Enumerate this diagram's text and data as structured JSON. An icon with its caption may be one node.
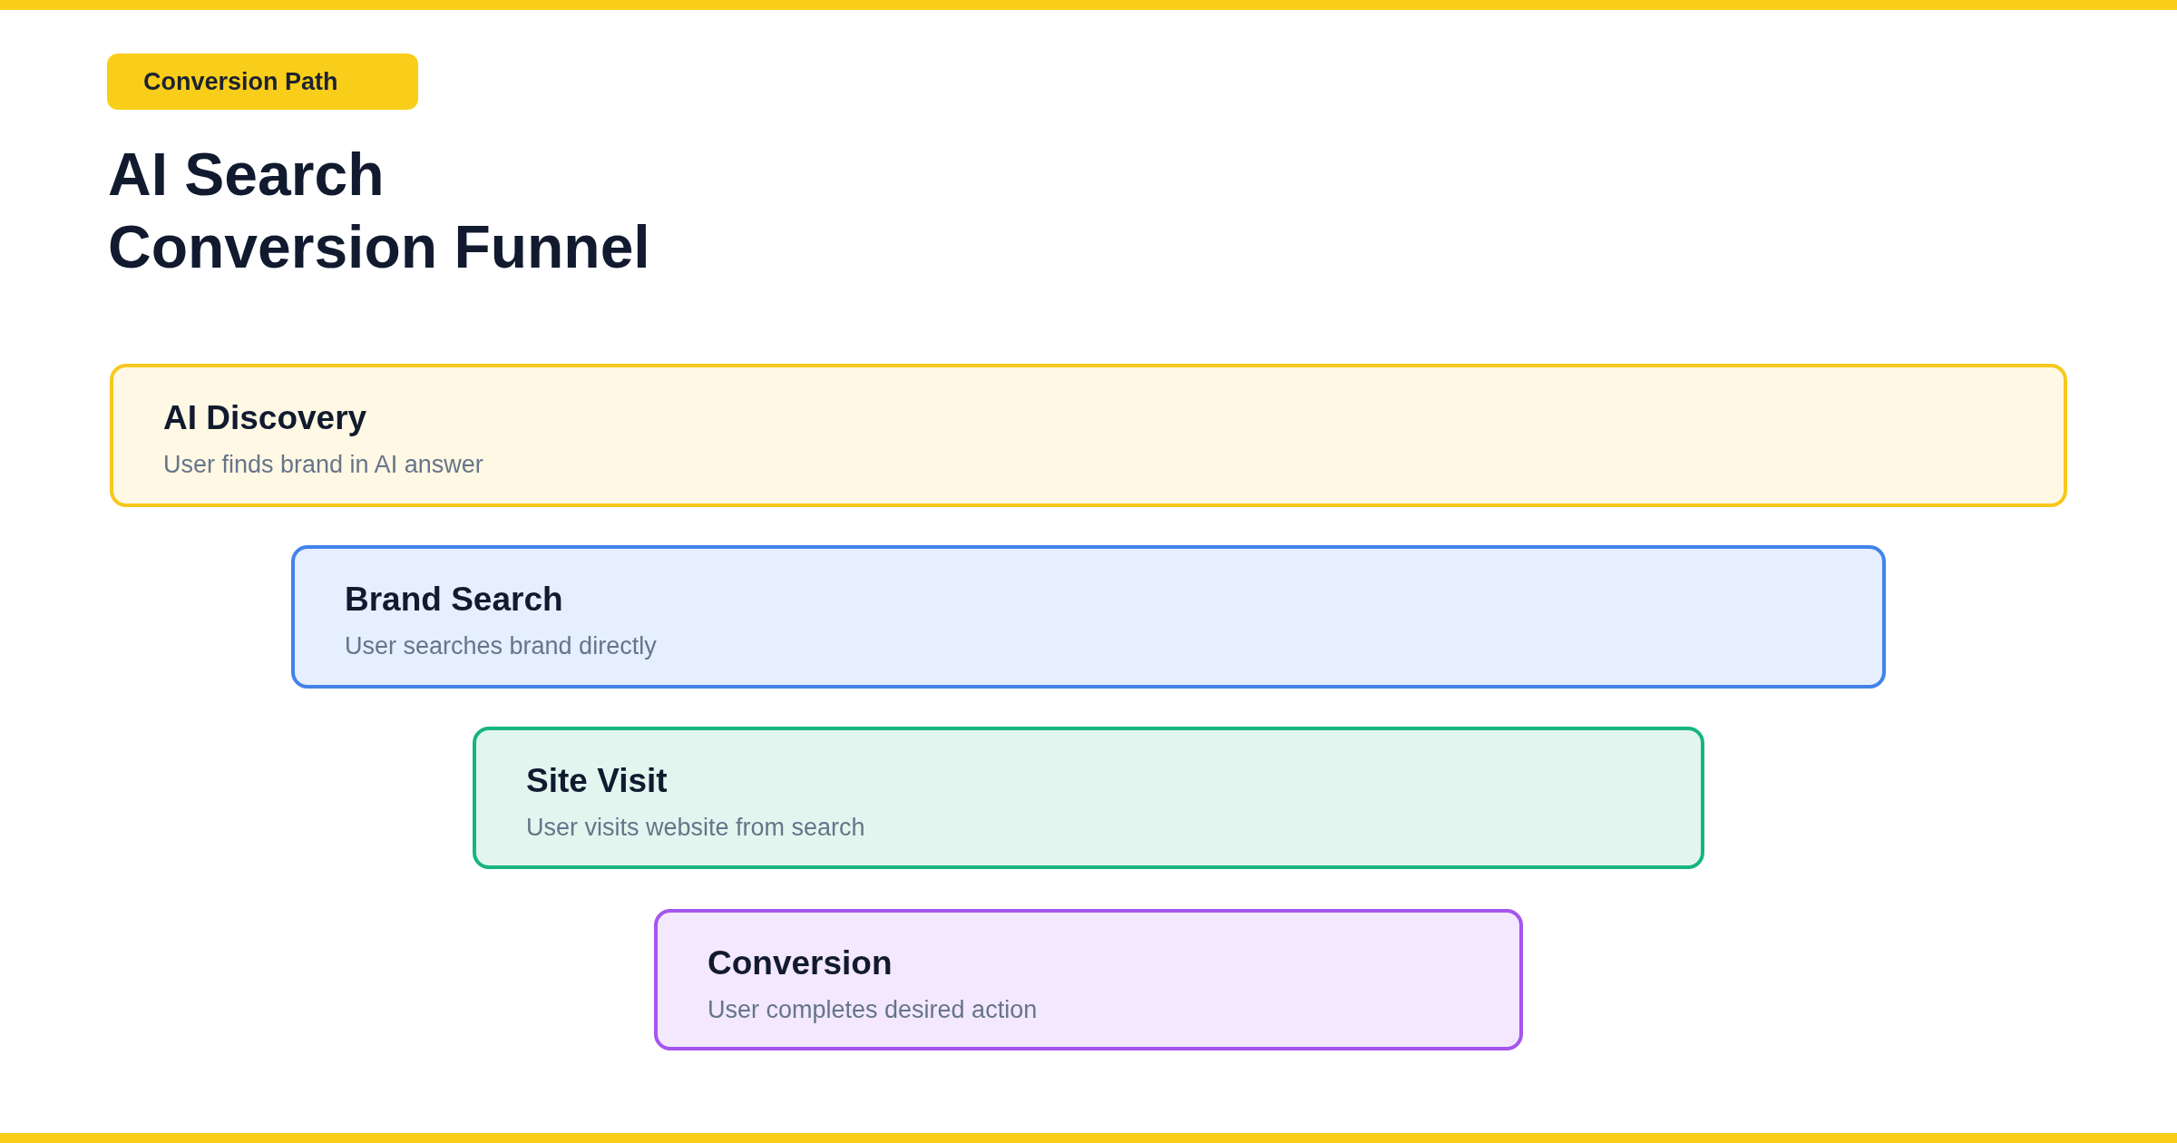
{
  "diagram": {
    "title": "AI Search Conversion Funnel",
    "nodes": [
      {
        "text": [
          "Conversion Path"
        ]
      },
      {
        "text": [
          "AI Discovery",
          "User finds brand in AI answer"
        ]
      },
      {
        "text": [
          "Brand Search",
          "User searches brand directly"
        ]
      },
      {
        "text": [
          "Site Visit",
          "User visits website from search"
        ]
      },
      {
        "text": [
          "Conversion",
          "User completes desired action"
        ]
      }
    ]
  }
}
